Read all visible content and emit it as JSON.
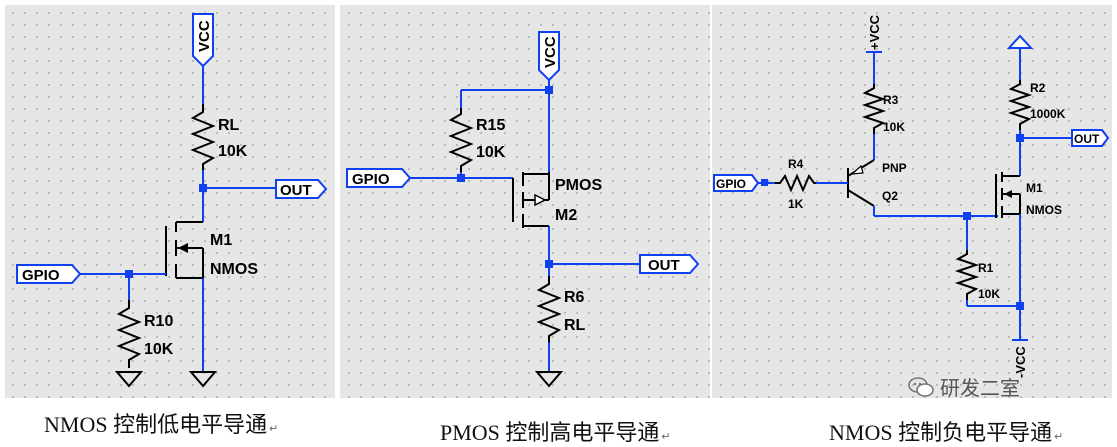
{
  "panel1": {
    "caption": "NMOS 控制低电平导通",
    "labels": {
      "vcc": "VCC",
      "rl_name": "RL",
      "rl_value": "10K",
      "out": "OUT",
      "m1_name": "M1",
      "m1_type": "NMOS",
      "gpio": "GPIO",
      "r10_name": "R10",
      "r10_value": "10K"
    }
  },
  "panel2": {
    "caption": "PMOS 控制高电平导通",
    "labels": {
      "vcc": "VCC",
      "r15_name": "R15",
      "r15_value": "10K",
      "gpio": "GPIO",
      "m2_type": "PMOS",
      "m2_name": "M2",
      "out": "OUT",
      "r6_name": "R6",
      "r6_value": "RL"
    }
  },
  "panel3": {
    "caption": "NMOS 控制负电平导通",
    "labels": {
      "vcc_top": "+VCC",
      "vcc_bottom": "-VCC",
      "r3_name": "R3",
      "r3_value": "10K",
      "r2_name": "R2",
      "r2_value": "1000K",
      "out": "OUT",
      "q2_type": "PNP",
      "q2_name": "Q2",
      "r4_name": "R4",
      "r4_value": "1K",
      "gpio": "GPIO",
      "m1_name": "M1",
      "m1_type": "NMOS",
      "r1_name": "R1",
      "r1_value": "10K"
    }
  },
  "watermark": {
    "text": "研发二室"
  },
  "colors": {
    "wire": "#1040f0",
    "background": "#e6e6e6",
    "grid_dot": "#9a9a9a"
  }
}
